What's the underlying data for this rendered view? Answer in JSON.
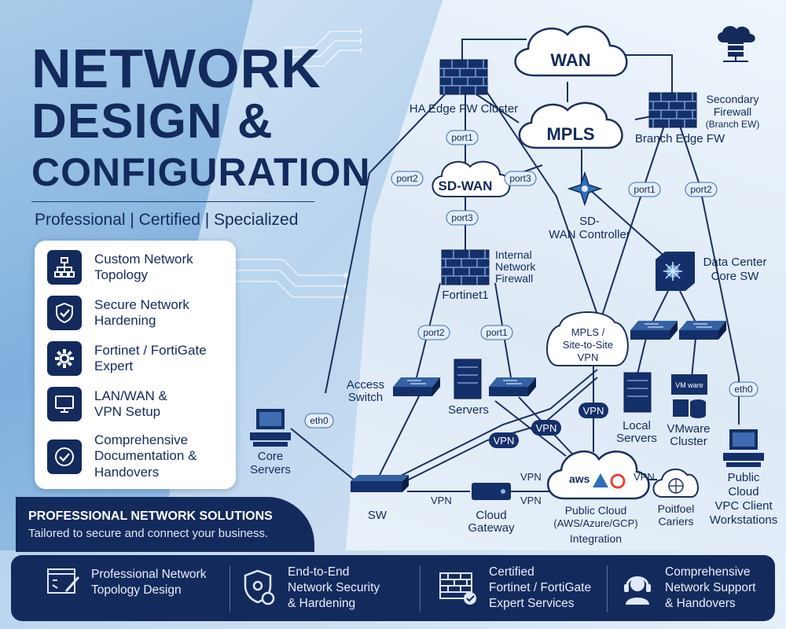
{
  "header": {
    "title_line1": "NETWORK",
    "title_line2": "DESIGN &",
    "title_line3": "CONFIGURATION",
    "subtitle": "Professional | Certified | Specialized"
  },
  "features": [
    {
      "label": "Custom Network\nTopology",
      "icon": "topology-icon"
    },
    {
      "label": "Secure Network\nHardening",
      "icon": "shield-check-icon"
    },
    {
      "label": "Fortinet / FortiGate\nExpert",
      "icon": "gear-icon"
    },
    {
      "label": "LAN/WAN &\nVPN Setup",
      "icon": "monitor-icon"
    },
    {
      "label": "Comprehensive\nDocumentation &\nHandovers",
      "icon": "check-circle-icon"
    }
  ],
  "solutions": {
    "title": "PROFESSIONAL NETWORK SOLUTIONS",
    "subtitle": "Tailored to secure and connect your business."
  },
  "footer": [
    {
      "label": "Professional Network\nTopology Design",
      "icon": "design-icon"
    },
    {
      "label": "End-to-End\nNetwork Security\n& Hardening",
      "icon": "shield-gear-icon"
    },
    {
      "label": "Certified\nFortinet / FortiGate\nExpert Services",
      "icon": "firewall-check-icon"
    },
    {
      "label": "Comprehensive\nNetwork Support\n& Handovers",
      "icon": "headset-icon"
    }
  ],
  "diagram": {
    "wan": "WAN",
    "mpls": "MPLS",
    "sdwan": "SD-WAN",
    "ha_edge": "HA Edge FW Cluster",
    "secondary_fw": [
      "Secondary",
      "Firewall",
      "(Branch EW)"
    ],
    "branch_edge": "Branch Edge FW",
    "sdwan_controller": [
      "SD-",
      "WAN Controller"
    ],
    "internal_fw": [
      "Internal",
      "Network",
      "Firewall"
    ],
    "fortinet1": "Fortinet1",
    "dc_core": [
      "Data Center",
      "Core SW"
    ],
    "mpls_vpn": [
      "MPLS /",
      "Site-to-Site",
      "VPN"
    ],
    "access_switch": [
      "Access",
      "Switch"
    ],
    "servers": "Servers",
    "local_servers": [
      "Local",
      "Servers"
    ],
    "vmware": [
      "VMware",
      "Cluster"
    ],
    "vmware_chip": "VM ware",
    "core_servers": [
      "Core",
      "Servers"
    ],
    "sw": "SW",
    "cloud_gateway": [
      "Cloud",
      "Gateway"
    ],
    "public_cloud": [
      "Public Cloud",
      "(AWS/Azure/GCP)",
      "Integration"
    ],
    "aws": "aws",
    "poitfoel": [
      "Poitfoel",
      "Cariers"
    ],
    "public_vpc": [
      "Public",
      "Cloud",
      "VPC Client",
      "Workstations"
    ],
    "ports": {
      "port1_top": "port1",
      "port2_left": "port2",
      "port3_right": "port3",
      "port3_mid": "port3",
      "port2_fw": "port2",
      "port1_fw": "port1",
      "port1_branch": "port1",
      "port2_branch": "port2",
      "eth0_core": "eth0",
      "eth0_vpc": "eth0"
    },
    "vpn_labels": [
      "VPN",
      "VPN",
      "VPN",
      "VPN",
      "VPN",
      "VPN",
      "VPN"
    ]
  },
  "colors": {
    "navy": "#132a5c",
    "accent": "#2f6fb5",
    "pill": "#e3eefb"
  }
}
